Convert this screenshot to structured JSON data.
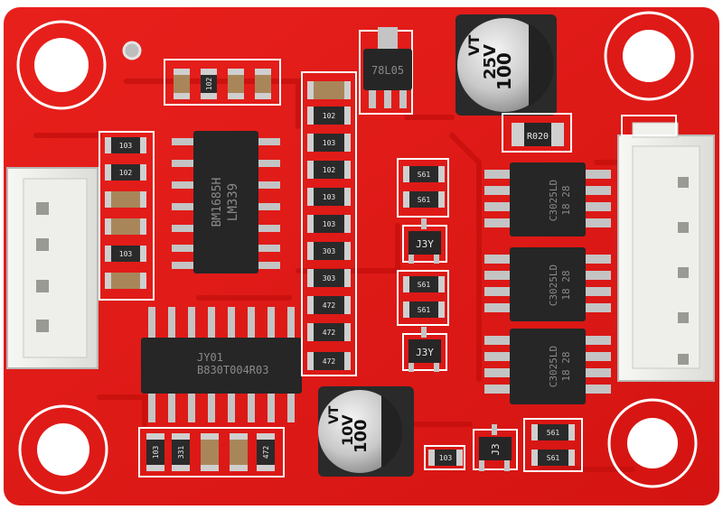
{
  "board": {
    "chips": {
      "quad_comparator": {
        "line1": "BM1685H",
        "line2": "LM339"
      },
      "driver_ic": {
        "line1": "JY01",
        "line2": "B830T004R03"
      },
      "mosfet_a": {
        "line1": "C3025LD",
        "line2": "18 28"
      },
      "mosfet_b": {
        "line1": "C3025LD",
        "line2": "18 28"
      },
      "mosfet_c": {
        "line1": "C3025LD",
        "line2": "18 28"
      }
    },
    "regulator": {
      "marking": "78L05"
    },
    "capacitors": {
      "cap_top": {
        "value": "100",
        "voltage": "25V",
        "series": "VT"
      },
      "cap_bottom": {
        "value": "100",
        "voltage": "10V",
        "series": "VT"
      }
    },
    "shunt_resistor": {
      "marking": "R020"
    },
    "transistors": [
      "J3Y",
      "J3Y",
      "J3"
    ],
    "resistor_codes": {
      "top_row": [
        "",
        "102",
        "",
        ""
      ],
      "left_column": [
        "103",
        "102",
        "",
        "",
        "103",
        ""
      ],
      "center_column": [
        "",
        "102",
        "103",
        "102",
        "103",
        "103",
        "303",
        "303",
        "472",
        "472",
        "472"
      ],
      "middle_small": [
        "S61",
        "S61",
        "S61",
        "S61"
      ],
      "bottom_row": [
        "103",
        "331",
        "",
        "",
        "472"
      ],
      "bottom_right": [
        "103",
        "561",
        "S61"
      ]
    }
  }
}
